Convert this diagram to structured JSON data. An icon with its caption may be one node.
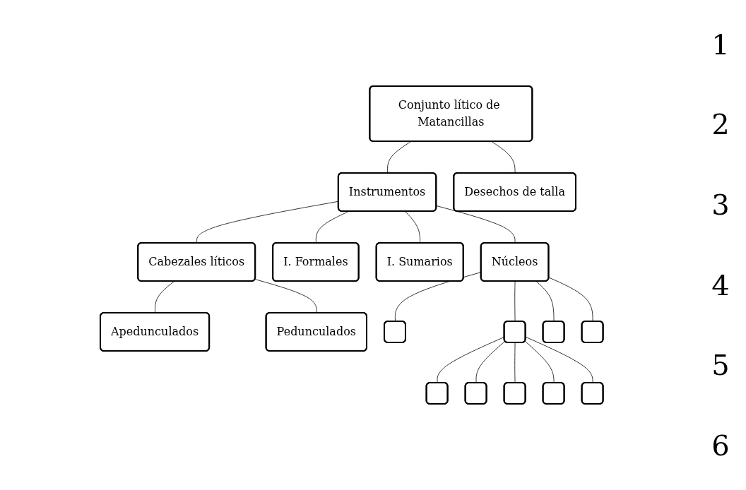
{
  "diagram": {
    "nodes": [
      {
        "text": [
          "Conjunto lítico de Matancillas"
        ]
      },
      {
        "text": [
          "Instrumentos"
        ]
      },
      {
        "text": [
          "Desechos de talla"
        ]
      },
      {
        "text": [
          "Cabezales líticos"
        ]
      },
      {
        "text": [
          "I. Formales"
        ]
      },
      {
        "text": [
          "I. Sumarios"
        ]
      },
      {
        "text": [
          "Núcleos"
        ]
      },
      {
        "text": [
          "Apedunculados"
        ]
      },
      {
        "text": [
          "Pedunculados"
        ]
      },
      {
        "text": [],
        "shape": "box"
      },
      {
        "text": [],
        "shape": "box"
      },
      {
        "text": [],
        "shape": "box"
      },
      {
        "text": [],
        "shape": "box"
      },
      {
        "text": [],
        "shape": "box"
      },
      {
        "text": [],
        "shape": "box"
      },
      {
        "text": [],
        "shape": "box"
      },
      {
        "text": [],
        "shape": "box"
      },
      {
        "text": [],
        "shape": "box"
      }
    ],
    "edges": [
      {
        "from": 0,
        "to": 1,
        "arrow": "none"
      },
      {
        "from": 0,
        "to": 2,
        "arrow": "none"
      },
      {
        "from": 1,
        "to": 3,
        "arrow": "none"
      },
      {
        "from": 1,
        "to": 4,
        "arrow": "none"
      },
      {
        "from": 1,
        "to": 5,
        "arrow": "none"
      },
      {
        "from": 1,
        "to": 6,
        "arrow": "none"
      },
      {
        "from": 3,
        "to": 7,
        "arrow": "none"
      },
      {
        "from": 3,
        "to": 8,
        "arrow": "none"
      },
      {
        "from": 6,
        "to": 9,
        "arrow": "none"
      },
      {
        "from": 6,
        "to": 10,
        "arrow": "none"
      },
      {
        "from": 6,
        "to": 11,
        "arrow": "none"
      },
      {
        "from": 6,
        "to": 12,
        "arrow": "none"
      },
      {
        "from": 10,
        "to": 13,
        "arrow": "none"
      },
      {
        "from": 10,
        "to": 14,
        "arrow": "none"
      },
      {
        "from": 10,
        "to": 15,
        "arrow": "none"
      },
      {
        "from": 10,
        "to": 16,
        "arrow": "none"
      },
      {
        "from": 10,
        "to": 17,
        "arrow": "none"
      }
    ],
    "labels": [
      "1",
      "2",
      "3",
      "4",
      "5",
      "6"
    ]
  }
}
